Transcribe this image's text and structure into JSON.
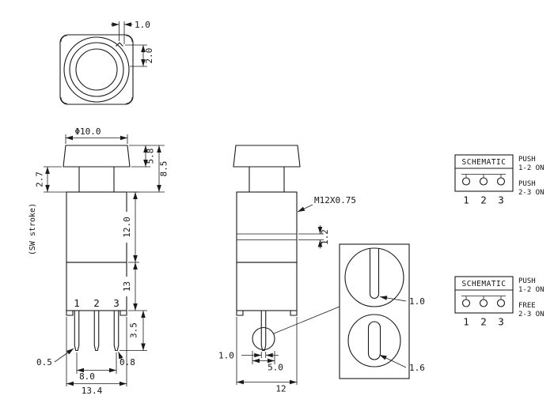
{
  "top_view": {
    "dim_tab_width": "1.0",
    "dim_tab_depth": "2.0"
  },
  "front_view": {
    "dim_cap_diameter": "Φ10.0",
    "dim_cap_height": "5.8",
    "dim_cap_stem_height": "8.5",
    "dim_stroke": "2.7",
    "stroke_label": "(SW stroke)",
    "dim_bushing_height": "12.0",
    "dim_base_height": "13",
    "dim_pin_length": "3.5",
    "dim_pin_width": "0.5",
    "dim_pin_pitch": "8.0",
    "dim_pin_thickness": "0.8",
    "dim_body_width": "13.4",
    "pin_labels": {
      "p1": "1",
      "p2": "2",
      "p3": "3"
    }
  },
  "side_view": {
    "thread_spec": "M12X0.75",
    "dim_step": "1.2",
    "dim_pin": "1.0",
    "dim_boss_diameter": "5.0",
    "dim_body_depth": "12"
  },
  "detail_view": {
    "dim_slot_width": "1.0",
    "dim_oval_width": "1.6"
  },
  "schematic_pushed": {
    "title": "SCHEMATIC",
    "terminals": {
      "t1": "1",
      "t2": "2",
      "t3": "3"
    },
    "state_a": {
      "line1": "PUSH",
      "line2": "1-2 ON"
    },
    "state_b": {
      "line1": "PUSH",
      "line2": "2-3 ON"
    }
  },
  "schematic_free": {
    "title": "SCHEMATIC",
    "terminals": {
      "t1": "1",
      "t2": "2",
      "t3": "3"
    },
    "state_a": {
      "line1": "PUSH",
      "line2": "1-2 ON"
    },
    "state_b": {
      "line1": "FREE",
      "line2": "2-3 ON"
    }
  }
}
